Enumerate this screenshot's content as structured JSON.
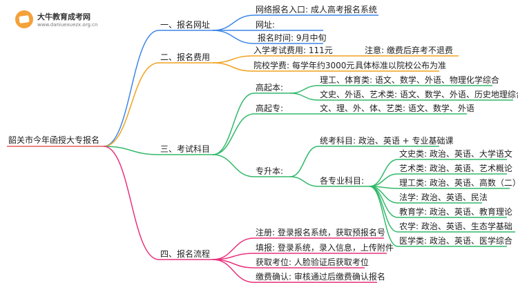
{
  "logo": {
    "name": "大牛教育成考网",
    "url": "www.daniuexuezx.org.cn"
  },
  "mindmap": {
    "root": "韶关市今年函授大专报名",
    "branches": [
      {
        "label": "一、报名网址",
        "color": "#3b86e6",
        "children": [
          {
            "label": "网络报名入口: 成人高考报名系统"
          },
          {
            "label": "网址:"
          },
          {
            "label": "报名时间: 9月中旬"
          }
        ]
      },
      {
        "label": "二、报名费用",
        "color": "#f0a21c",
        "children": [
          {
            "label": "入学考试费用: 111元",
            "note": "注意: 缴费后弃考不退费"
          },
          {
            "label": "院校学费: 每学年约3000元",
            "note": "具体标准以院校公布为准"
          }
        ]
      },
      {
        "label": "三、考试科目",
        "color": "#31b96a",
        "children": [
          {
            "label": "高起本:",
            "children": [
              {
                "label": "理工、体育类: 语文、数学、外语、物理化学综合"
              },
              {
                "label": "文史、外语、艺术类: 语文、数学、外语、历史地理综合"
              }
            ]
          },
          {
            "label": "高起专:",
            "children": [
              {
                "label": "文、理、外、体、艺类: 语文、数学、外语"
              }
            ]
          },
          {
            "label": "专升本:",
            "children": [
              {
                "label": "统考科目: 政治、英语 + 专业基础课"
              },
              {
                "label": "各专业科目:",
                "children": [
                  {
                    "label": "文史类: 政治、英语、大学语文"
                  },
                  {
                    "label": "艺术类: 政治、英语、艺术概论"
                  },
                  {
                    "label": "理工类: 政治、英语、高数（二）"
                  },
                  {
                    "label": "法学: 政治、英语、民法"
                  },
                  {
                    "label": "教育学: 政治、英语、教育理论"
                  },
                  {
                    "label": "农学: 政治、英语、生态学基础"
                  },
                  {
                    "label": "医学类: 政治、英语、医学综合"
                  }
                ]
              }
            ]
          }
        ]
      },
      {
        "label": "四、报名流程",
        "color": "#e8317b",
        "children": [
          {
            "label": "注册: 登录报名系统，获取预报名号"
          },
          {
            "label": "填报: 登录系统，录入信息，上传附件"
          },
          {
            "label": "获取考位: 人脸验证后获取考位"
          },
          {
            "label": "缴费确认: 审核通过后缴费确认报名"
          }
        ]
      }
    ]
  }
}
